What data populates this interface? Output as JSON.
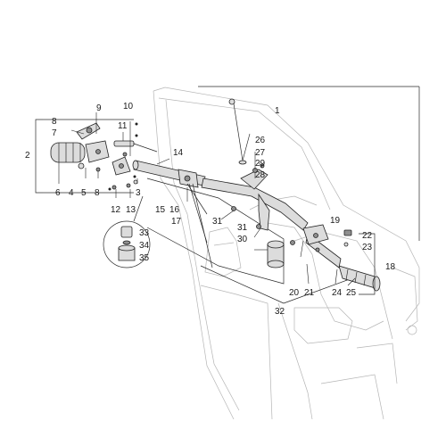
{
  "callouts": [
    {
      "id": "c1",
      "label": "1"
    },
    {
      "id": "c2",
      "label": "2"
    },
    {
      "id": "c3",
      "label": "3"
    },
    {
      "id": "c4",
      "label": "4"
    },
    {
      "id": "c5",
      "label": "5"
    },
    {
      "id": "c6",
      "label": "6"
    },
    {
      "id": "c7",
      "label": "7"
    },
    {
      "id": "c8a",
      "label": "8"
    },
    {
      "id": "c8b",
      "label": "8"
    },
    {
      "id": "c9",
      "label": "9"
    },
    {
      "id": "c10",
      "label": "10"
    },
    {
      "id": "c11",
      "label": "11"
    },
    {
      "id": "c12",
      "label": "12"
    },
    {
      "id": "c13",
      "label": "13"
    },
    {
      "id": "c14",
      "label": "14"
    },
    {
      "id": "c15",
      "label": "15"
    },
    {
      "id": "c16",
      "label": "16"
    },
    {
      "id": "c17",
      "label": "17"
    },
    {
      "id": "c18",
      "label": "18"
    },
    {
      "id": "c19",
      "label": "19"
    },
    {
      "id": "c20",
      "label": "20"
    },
    {
      "id": "c21",
      "label": "21"
    },
    {
      "id": "c22",
      "label": "22"
    },
    {
      "id": "c23",
      "label": "23"
    },
    {
      "id": "c24",
      "label": "24"
    },
    {
      "id": "c25",
      "label": "25"
    },
    {
      "id": "c26",
      "label": "26"
    },
    {
      "id": "c27",
      "label": "27"
    },
    {
      "id": "c28",
      "label": "28"
    },
    {
      "id": "c29",
      "label": "29"
    },
    {
      "id": "c30",
      "label": "30"
    },
    {
      "id": "c31a",
      "label": "31"
    },
    {
      "id": "c31b",
      "label": "31"
    },
    {
      "id": "c32",
      "label": "32"
    },
    {
      "id": "c33",
      "label": "33"
    },
    {
      "id": "c34",
      "label": "34"
    },
    {
      "id": "c35",
      "label": "35"
    }
  ]
}
